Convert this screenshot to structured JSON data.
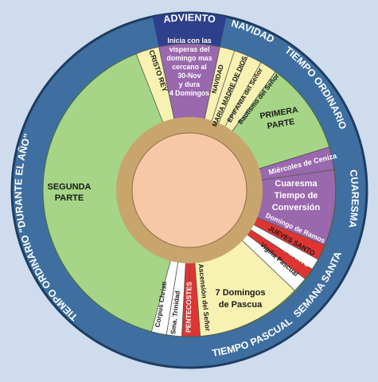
{
  "colors": {
    "background": "#cfdced",
    "outer_ring": "#3e6fa0",
    "outer_ring_edge": "#1e3d62",
    "outer_text": "#ffffff",
    "adviento_band": "#2e3f8c",
    "green": "#a6d587",
    "purple": "#9a68ad",
    "cream": "#f7f2b2",
    "red": "#e03432",
    "tan_ring": "#c8a56d",
    "center": "#f6c8a6",
    "dark_text": "#1a1a1a",
    "light_text": "#ffffff"
  },
  "seasons": {
    "adviento": "ADVIENTO",
    "navidad": "NAVIDAD",
    "tiempo_ordinario_1": "TIEMPO ORDINARIO",
    "cuaresma": "CUARESMA",
    "semana_santa": "SEMANA SANTA",
    "tiempo_pascual": "TIEMPO PASCUAL",
    "tiempo_ordinario_2": "TIEMPO ORDINARIO \"DURANTE EL AÑO\""
  },
  "labels": {
    "cristo_rey": "CRISTO REY",
    "adviento_info": [
      "Inicia con las",
      "vísperas del",
      "domingo mas",
      "cercano al",
      "30-Nov",
      "y dura",
      "4 Domingos"
    ],
    "navidad": "NAVIDAD",
    "maria_madre": "MARIA MADRE DE DIOS",
    "epifania": "EPIFANIA del Señor",
    "bautismo": "Bautismo del Señor",
    "primera_parte": [
      "PRIMERA",
      "PARTE"
    ],
    "miercoles_ceniza": "Miércoles de Ceniza",
    "cuaresma_info": [
      "Cuaresma",
      "Tiempo de",
      "Conversión"
    ],
    "domingo_ramos": "Domingo de Ramos",
    "jueves_santo": "JUEVES SANTO",
    "viernes_santo": "VIERNES SANTO",
    "vigilia_pascual": "Vigilia Pascual",
    "domingos_pascua": [
      "7 Domingos",
      "de Pascua"
    ],
    "ascension": "Ascensión del Señor",
    "pentecostes": "PENTECOSTES",
    "trinidad": "Sma. Trinidad",
    "corpus": "Corpus Christi",
    "segunda_parte": [
      "SEGUNDA",
      "PARTE"
    ]
  }
}
